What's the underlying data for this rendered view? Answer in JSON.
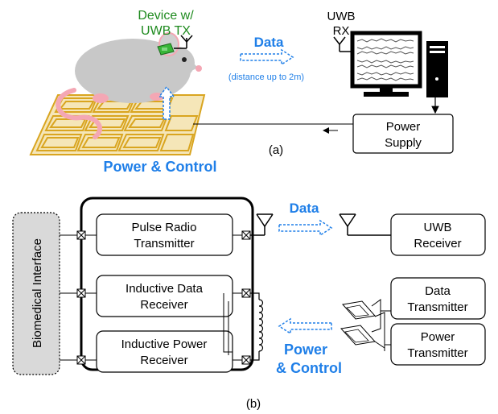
{
  "top": {
    "device_label_line1": "Device w/",
    "device_label_line2": "UWB TX",
    "rx_label_line1": "UWB",
    "rx_label_line2": "RX",
    "data_label": "Data",
    "distance_note": "(distance up to 2m)",
    "power_supply_line1": "Power",
    "power_supply_line2": "Supply",
    "power_control_label": "Power & Control",
    "caption": "(a)"
  },
  "bottom": {
    "biomedical_interface": "Biomedical Interface",
    "pulse_radio_line1": "Pulse Radio",
    "pulse_radio_line2": "Transmitter",
    "inductive_data_line1": "Inductive Data",
    "inductive_data_line2": "Receiver",
    "inductive_power_line1": "Inductive Power",
    "inductive_power_line2": "Receiver",
    "data_label": "Data",
    "uwb_receiver_line1": "UWB",
    "uwb_receiver_line2": "Receiver",
    "data_tx_line1": "Data",
    "data_tx_line2": "Transmitter",
    "power_tx_line1": "Power",
    "power_tx_line2": "Transmitter",
    "power_control_line1": "Power",
    "power_control_line2": "& Control",
    "caption": "(b)"
  },
  "colors": {
    "green": "#1e8a1e",
    "blue": "#1f7fe8",
    "coil_gold": "#d9a520",
    "grey_fill": "#d9d9d9"
  }
}
